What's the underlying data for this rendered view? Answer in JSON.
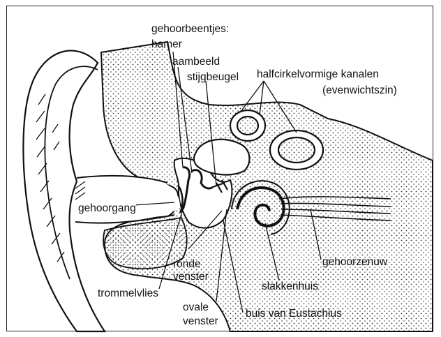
{
  "labels": {
    "gehoorbeentjes": "gehoorbeentjes:",
    "hamer": "hamer",
    "aambeeld": "aambeeld",
    "stijgbeugel": "stijgbeugel",
    "halfcirkel": "halfcirkelvormige kanalen",
    "evenwicht": "(evenwichtszin)",
    "gehoorgang": "gehoorgang",
    "gehoorzenuw": "gehoorzenuw",
    "ronde1": "ronde",
    "ronde2": "venster",
    "slakkenhuis": "slakkenhuis",
    "trommelvlies": "trommelvlies",
    "ovale1": "ovale",
    "ovale2": "venster",
    "buis": "buis van Eustachius"
  },
  "colors": {
    "ink": "#111111",
    "paper": "#ffffff"
  }
}
